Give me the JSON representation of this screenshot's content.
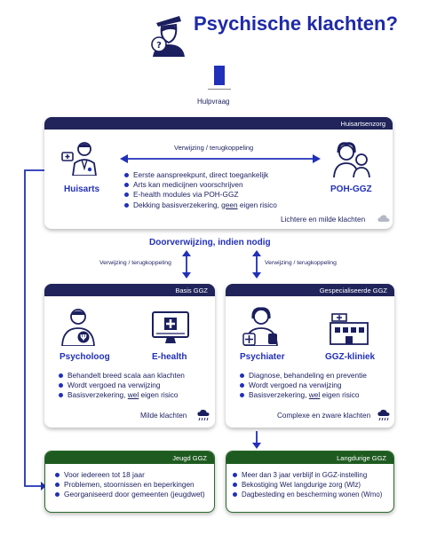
{
  "title": "Psychische klachten?",
  "hulpvraag": "Hulpvraag",
  "huisarts_card": {
    "header": "Huisartsenzorg",
    "left_label": "Huisarts",
    "right_label": "POH-GGZ",
    "arrow_label": "Verwijzing / terugkoppeling",
    "bullets": [
      "Eerste aanspreekpunt, direct toegankelijk",
      "Arts kan medicijnen voorschrijven",
      "E-health modules via POH-GGZ",
      "Dekking basisverzekering, geen eigen risico"
    ],
    "footer": "Lichtere en milde klachten",
    "footer_icon": "cloud-icon"
  },
  "doorverwijzing": "Doorverwijzing, indien nodig",
  "arrow_left_label": "Verwijzing / terugkoppeling",
  "arrow_right_label": "Verwijzing / terugkoppeling",
  "basis_card": {
    "header": "Basis GGZ",
    "left_label": "Psycholoog",
    "right_label": "E-health",
    "bullets": [
      "Behandelt breed scala aan klachten",
      "Wordt vergoed na verwijzing",
      "Basisverzekering, wel eigen risico"
    ],
    "footer": "Milde klachten",
    "footer_icon": "rain-cloud-icon"
  },
  "spec_card": {
    "header": "Gespecialiseerde GGZ",
    "left_label": "Psychiater",
    "right_label": "GGZ-kliniek",
    "bullets": [
      "Diagnose, behandeling en preventie",
      "Wordt vergoed na verwijzing",
      "Basisverzekering, wel eigen risico"
    ],
    "footer": "Complexe en zware klachten",
    "footer_icon": "storm-cloud-icon"
  },
  "jeugd_card": {
    "header": "Jeugd GGZ",
    "bullets": [
      "Voor iedereen tot 18 jaar",
      "Problemen, stoornissen en beperkingen",
      "Georganiseerd door gemeenten (jeugdwet)"
    ]
  },
  "langdurig_card": {
    "header": "Langdurige GGZ",
    "bullets": [
      "Meer dan 3 jaar verblijf in GGZ-instelling",
      "Bekostiging Wet langdurige zorg (Wlz)",
      "Dagbesteding en bescherming wonen (Wmo)"
    ]
  },
  "colors": {
    "navy": "#20245a",
    "blue": "#2130b8",
    "green": "#1e5b20"
  }
}
